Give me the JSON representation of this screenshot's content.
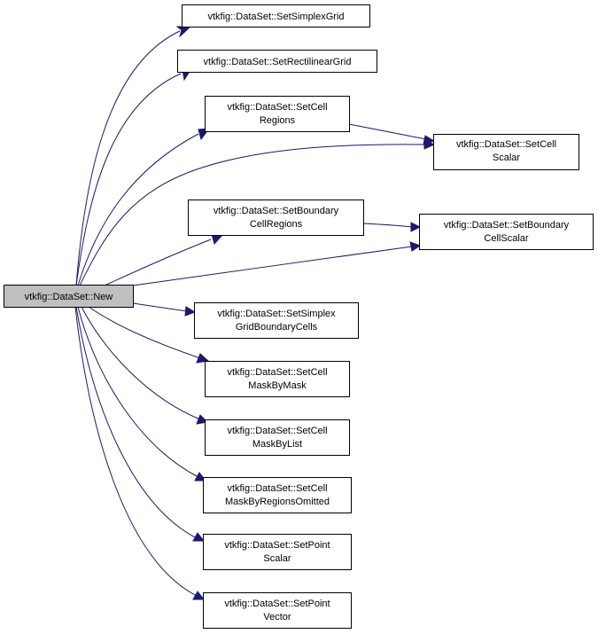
{
  "graph": {
    "root": {
      "lines": [
        "vtkfig::DataSet::New"
      ]
    },
    "nodes": [
      {
        "id": "n1",
        "lines": [
          "vtkfig::DataSet::SetSimplexGrid"
        ]
      },
      {
        "id": "n2",
        "lines": [
          "vtkfig::DataSet::SetRectilinearGrid"
        ]
      },
      {
        "id": "n3",
        "lines": [
          "vtkfig::DataSet::SetCell",
          "Regions"
        ]
      },
      {
        "id": "n4",
        "lines": [
          "vtkfig::DataSet::SetCell",
          "Scalar"
        ]
      },
      {
        "id": "n5",
        "lines": [
          "vtkfig::DataSet::SetBoundary",
          "CellRegions"
        ]
      },
      {
        "id": "n6",
        "lines": [
          "vtkfig::DataSet::SetBoundary",
          "CellScalar"
        ]
      },
      {
        "id": "n7",
        "lines": [
          "vtkfig::DataSet::SetSimplex",
          "GridBoundaryCells"
        ]
      },
      {
        "id": "n8",
        "lines": [
          "vtkfig::DataSet::SetCell",
          "MaskByMask"
        ]
      },
      {
        "id": "n9",
        "lines": [
          "vtkfig::DataSet::SetCell",
          "MaskByList"
        ]
      },
      {
        "id": "n10",
        "lines": [
          "vtkfig::DataSet::SetCell",
          "MaskByRegionsOmitted"
        ]
      },
      {
        "id": "n11",
        "lines": [
          "vtkfig::DataSet::SetPoint",
          "Scalar"
        ]
      },
      {
        "id": "n12",
        "lines": [
          "vtkfig::DataSet::SetPoint",
          "Vector"
        ]
      }
    ],
    "edges": [
      [
        "root",
        "n1"
      ],
      [
        "root",
        "n2"
      ],
      [
        "root",
        "n3"
      ],
      [
        "root",
        "n4"
      ],
      [
        "root",
        "n5"
      ],
      [
        "root",
        "n6"
      ],
      [
        "root",
        "n7"
      ],
      [
        "root",
        "n8"
      ],
      [
        "root",
        "n9"
      ],
      [
        "root",
        "n10"
      ],
      [
        "root",
        "n11"
      ],
      [
        "root",
        "n12"
      ],
      [
        "n3",
        "n4"
      ],
      [
        "n5",
        "n6"
      ]
    ],
    "colors": {
      "edge": "#191970",
      "root_fill": "#bfbfbf",
      "node_fill": "#ffffff",
      "border": "#000000"
    }
  }
}
